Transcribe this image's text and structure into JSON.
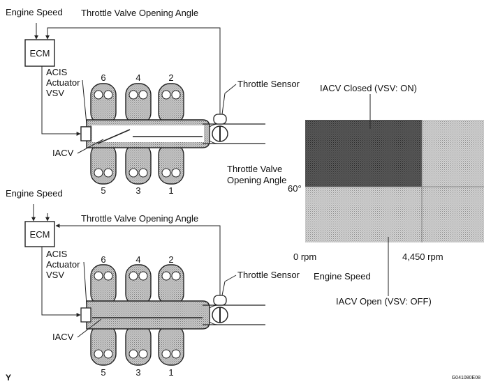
{
  "upper": {
    "engine_speed": "Engine Speed",
    "throttle_angle": "Throttle Valve Opening Angle",
    "ecm": "ECM",
    "acis_line1": "ACIS",
    "acis_line2": "Actuator",
    "acis_line3": "VSV",
    "throttle_sensor": "Throttle Sensor",
    "iacv": "IACV",
    "cyl_top": [
      "6",
      "4",
      "2"
    ],
    "cyl_bottom": [
      "5",
      "3",
      "1"
    ]
  },
  "lower": {
    "engine_speed": "Engine Speed",
    "throttle_angle": "Throttle Valve Opening Angle",
    "ecm": "ECM",
    "acis_line1": "ACIS",
    "acis_line2": "Actuator",
    "acis_line3": "VSV",
    "throttle_sensor": "Throttle Sensor",
    "iacv": "IACV",
    "cyl_top": [
      "6",
      "4",
      "2"
    ],
    "cyl_bottom": [
      "5",
      "3",
      "1"
    ]
  },
  "graph": {
    "closed_label": "IACV Closed (VSV: ON)",
    "open_label": "IACV Open (VSV: OFF)",
    "y_axis_line1": "Throttle Valve",
    "y_axis_line2": "Opening Angle",
    "y_threshold": "60°",
    "x_min": "0 rpm",
    "x_threshold": "4,450 rpm",
    "x_axis_label": "Engine Speed"
  },
  "footer": {
    "left_mark": "Y",
    "figure_code": "G041080E08"
  },
  "colors": {
    "closed_region": "#4a4a4a",
    "open_region": "#bdbdbd",
    "manifold_fill": "#c4c4c4",
    "line": "#222222"
  }
}
